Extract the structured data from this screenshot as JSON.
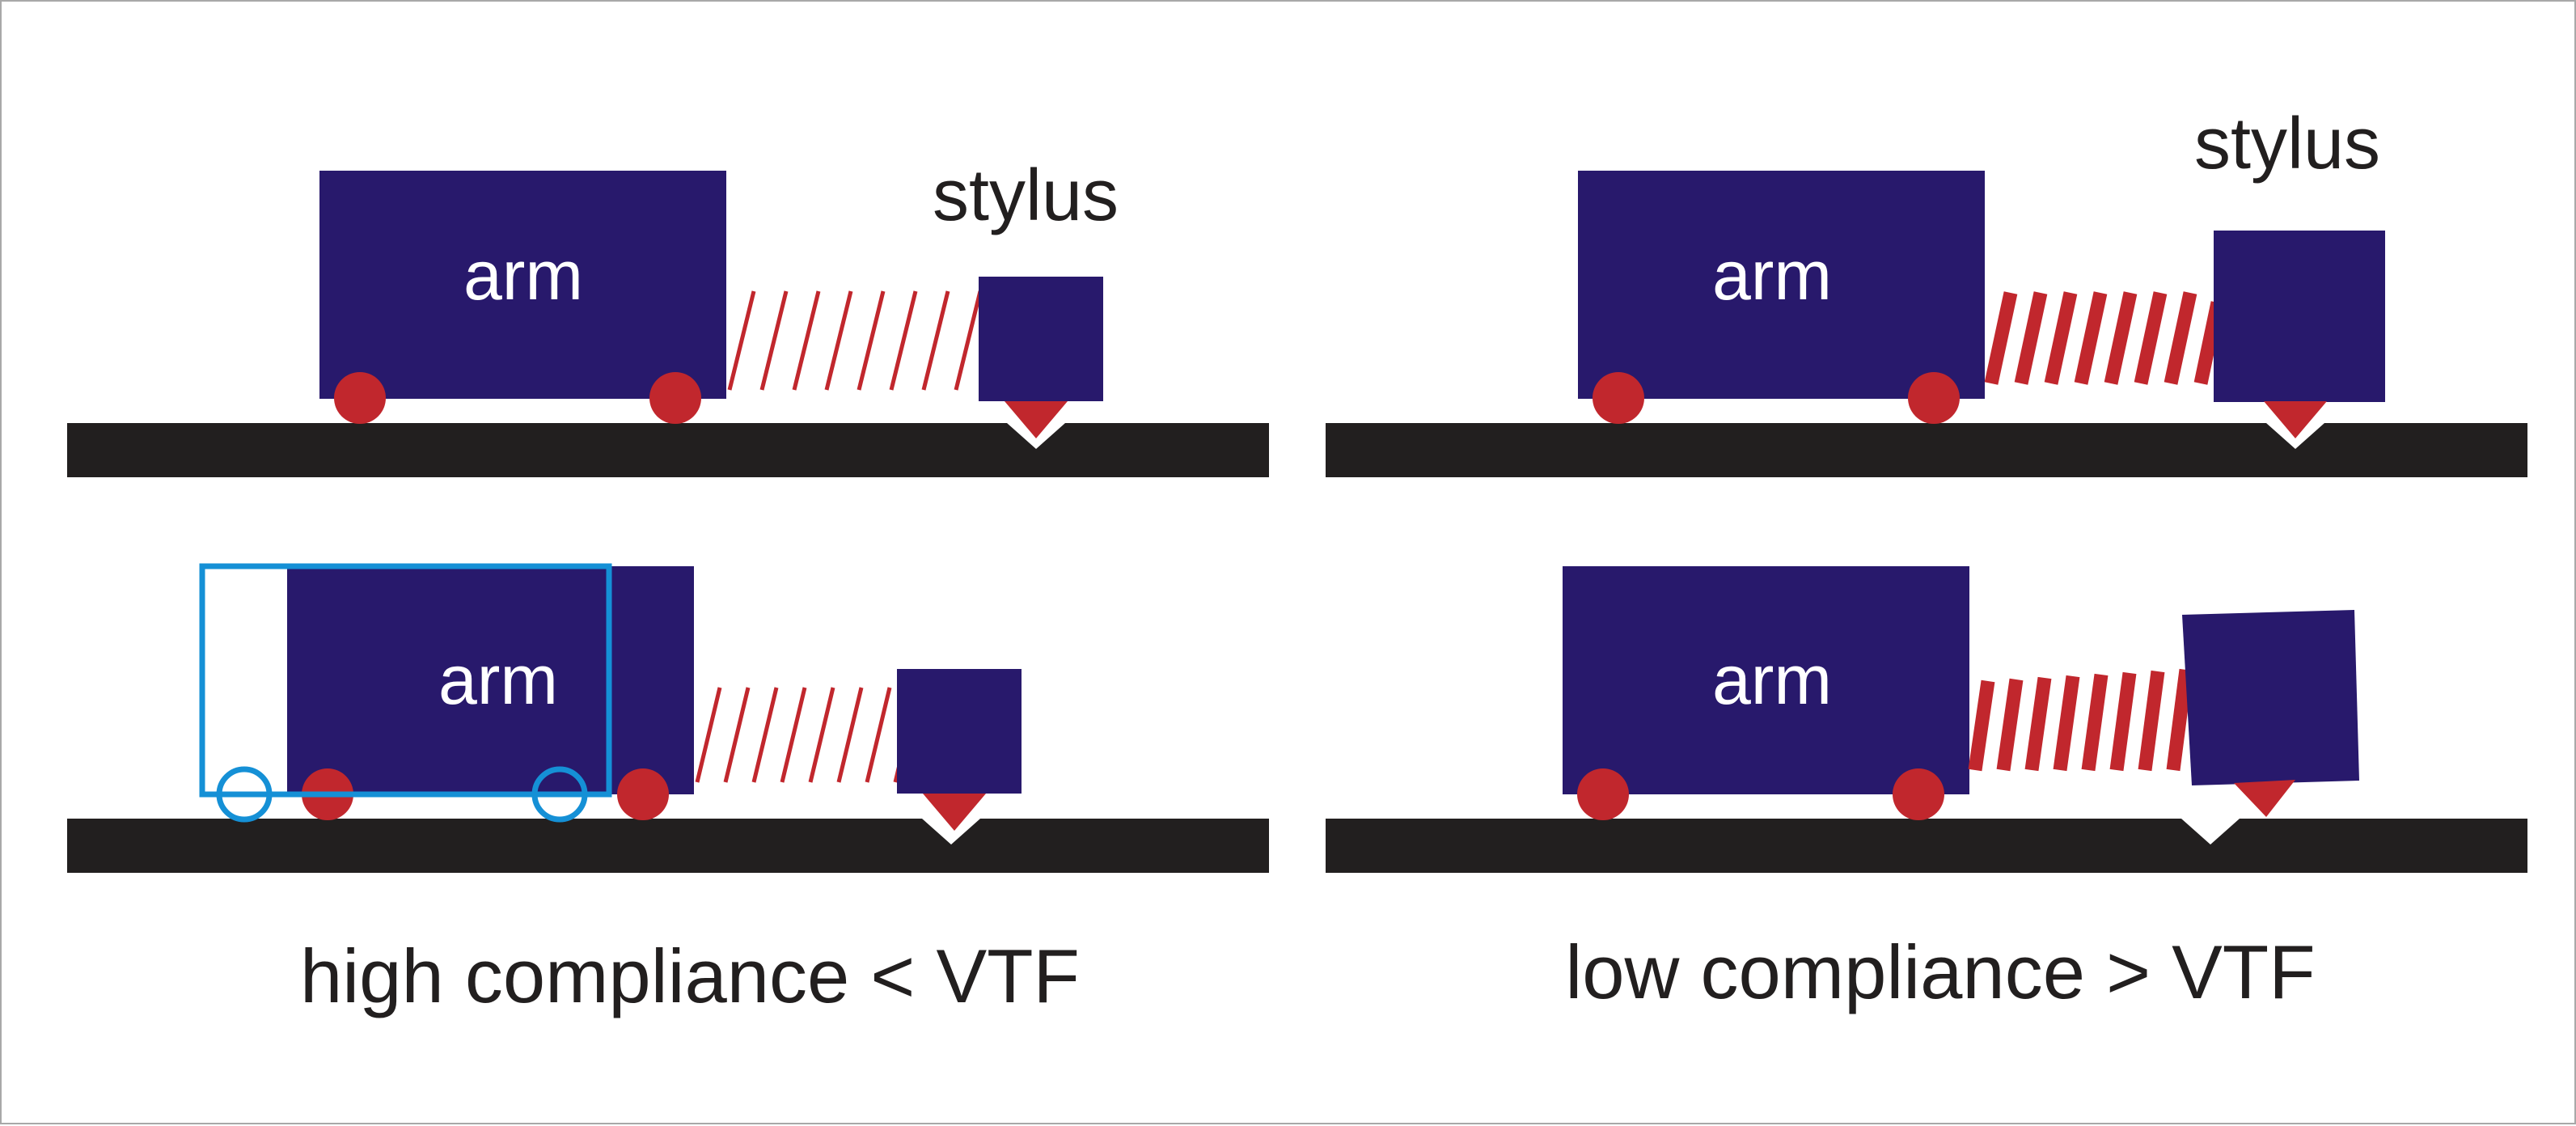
{
  "colors": {
    "arm_fill": "#28196c",
    "stylus_fill": "#28196c",
    "wheel_fill": "#c1272d",
    "spring_color": "#c1272d",
    "tip_fill": "#c1272d",
    "ground_fill": "#221f1f",
    "ghost_outline": "#1590d6",
    "label_on_arm": "#ffffff",
    "caption_color": "#221f1f"
  },
  "panels": {
    "top_left": {
      "arm_label": "arm",
      "stylus_label": "stylus"
    },
    "top_right": {
      "arm_label": "arm",
      "stylus_label": "stylus"
    },
    "bottom_left": {
      "arm_label": "arm"
    },
    "bottom_right": {
      "arm_label": "arm"
    }
  },
  "captions": {
    "left": "high compliance < VTF",
    "right": "low compliance > VTF"
  }
}
